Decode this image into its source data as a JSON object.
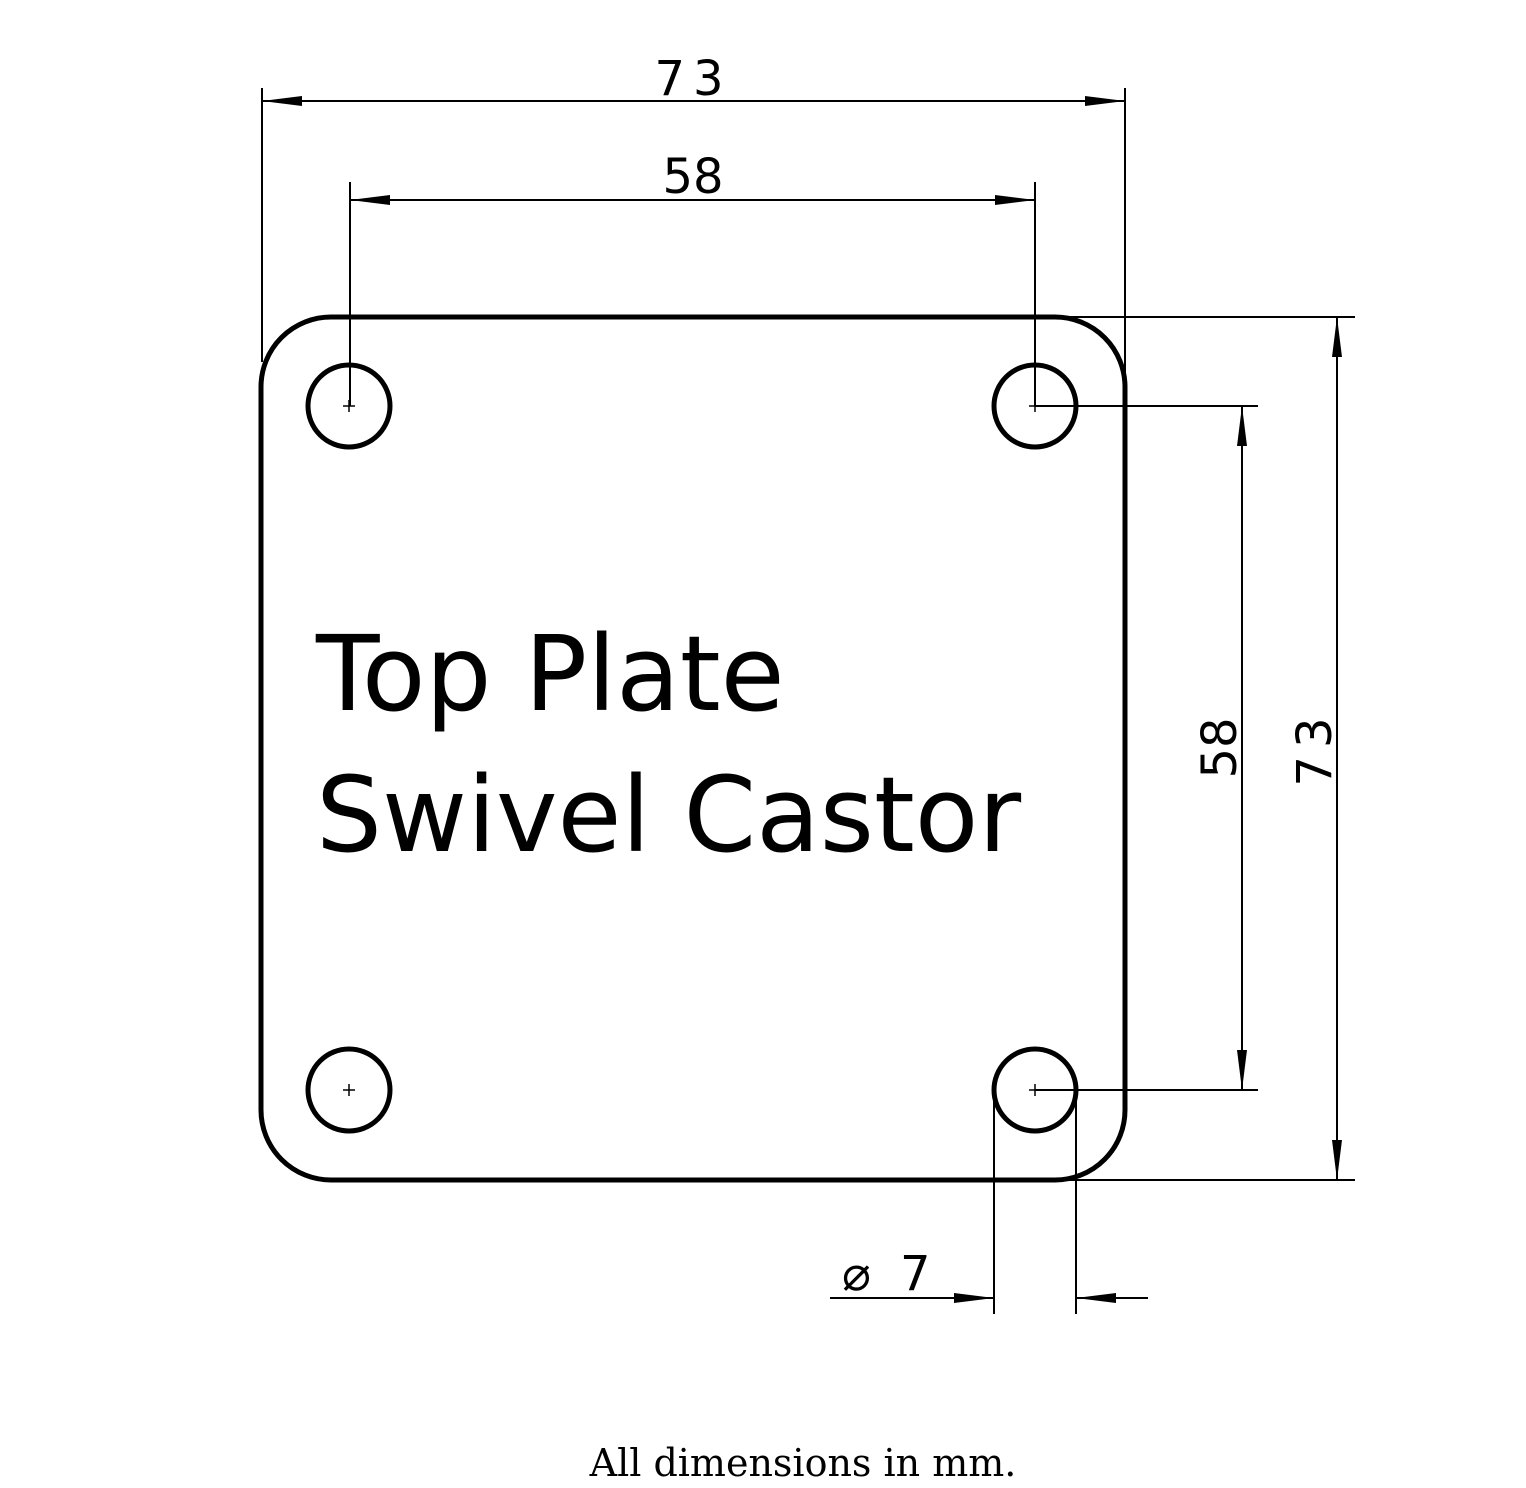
{
  "title": {
    "line1": "Top Plate",
    "line2": "Swivel Castor"
  },
  "dimensions": {
    "overall_width": "73",
    "hole_spacing_width": "58",
    "hole_spacing_height": "58",
    "overall_height": "73",
    "hole_diameter": "7",
    "diameter_symbol": "⌀"
  },
  "footer": "All dimensions in mm.",
  "colors": {
    "line": "#000000",
    "background": "#ffffff"
  }
}
